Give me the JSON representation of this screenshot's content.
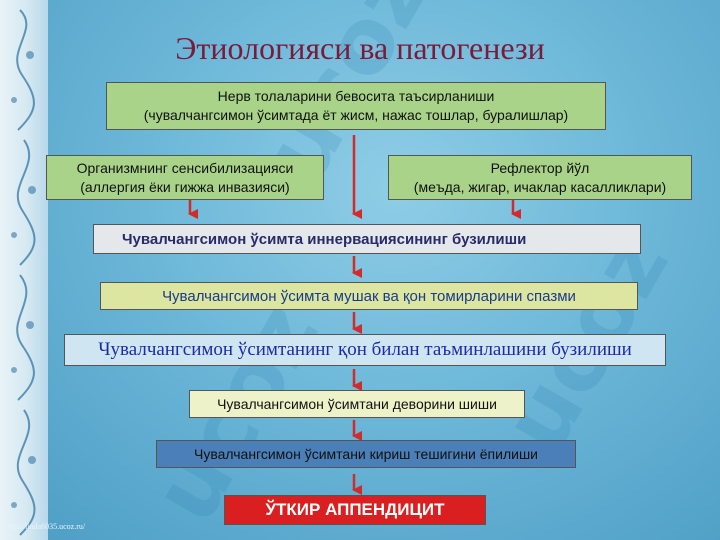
{
  "title": "Этиологияси ва патогенези",
  "boxes": {
    "b1_line1": "Нерв толаларини бевосита таъсирланиши",
    "b1_line2": "(чувалчангсимон ўсимтада ёт жисм, нажас тошлар, буралишлар)",
    "b2_line1": "Организмнинг сенсибилизацияси",
    "b2_line2": "(аллергия ёки гижжа инвазияси)",
    "b3_line1": "Рефлектор йўл",
    "b3_line2": "(меъда, жигар, ичаклар касалликлари)",
    "b4": "Чувалчангсимон ўсимта иннервациясининг бузилиши",
    "b5": "Чувалчангсимон ўсимта мушак ва қон томирларини спазми",
    "b6": "Чувалчангсимон ўсимтанинг қон билан таъминлашини бузилиши",
    "b7": "Чувалчангсимон ўсимтани деворини шиши",
    "b8": "Чувалчангсимон ўсимтани кириш тешигини ёпилиши",
    "b9": "ЎТКИР АППЕНДИЦИТ"
  },
  "colors": {
    "title": "#7a1b3a",
    "arrow": "#d12b2b",
    "green_box": "#a8d389",
    "final_box": "#d91f1f"
  },
  "footer_url": "http://linda6035.ucoz.ru/",
  "watermark_text": "ucoz"
}
